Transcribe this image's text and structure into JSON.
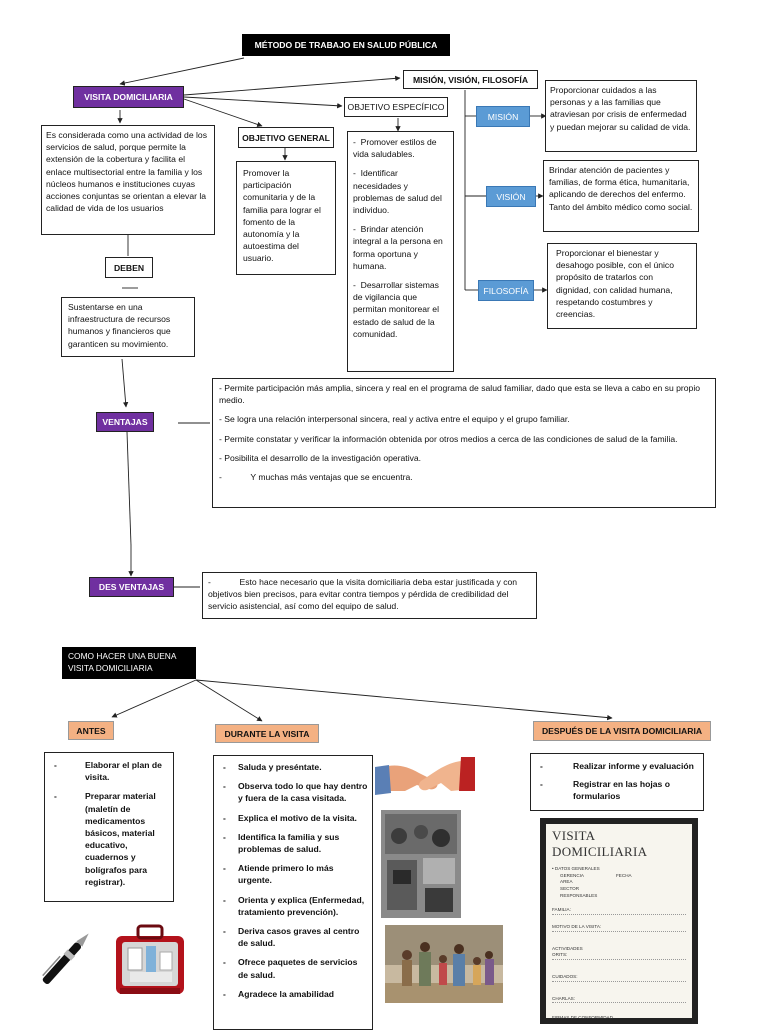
{
  "top": {
    "title": "MÉTODO DE TRABAJO EN SALUD PÚBLICA",
    "visita": "VISITA DOMICILIARIA",
    "definicion": "Es considerada como una actividad de los servicios de salud, porque permite la extensión de la cobertura y facilita el enlace multisectorial entre la familia y los núcleos humanos e instituciones cuyas acciones conjuntas se orientan a elevar la calidad de vida de los usuarios",
    "deben": "DEBEN",
    "deben_text": "Sustentarse en una infraestructura de recursos humanos y financieros que garanticen su movimiento.",
    "mvf": "MISIÓN, VISIÓN, FILOSOFÍA",
    "obj_especifico": "OBJETIVO ESPECÍFICO",
    "obj_general": "OBJETIVO GENERAL",
    "obj_general_text": "Promover la participación comunitaria y de la familia para lograr el fomento de la autonomía y la autoestima del usuario.",
    "obj_especifico_items": [
      "Promover estilos de vida saludables.",
      "Identificar necesidades y problemas de salud del individuo.",
      "Brindar atención integral a la persona en forma oportuna y humana.",
      "Desarrollar sistemas de vigilancia que permitan monitorear el estado de salud de la comunidad."
    ],
    "mision": "MISIÓN",
    "mision_text": "Proporcionar cuidados a las personas y a las familias que atraviesan por crisis de enfermedad y puedan mejorar su calidad de vida.",
    "vision": "VISIÓN",
    "vision_text": "Brindar atención de pacientes y familias, de forma ética, humanitaria, aplicando de derechos del enfermo. Tanto del ámbito médico como social.",
    "filosofia": "FILOSOFÍA",
    "filosofia_text": "Proporcionar el bienestar y desahogo posible, con el único propósito de tratarlos con dignidad, con calidad humana, respetando costumbres y creencias.",
    "ventajas": "VENTAJAS",
    "ventajas_items": [
      "- Permite participación más amplia, sincera y real en el programa de salud familiar, dado que esta se lleva a cabo en su propio medio.",
      "- Se logra una relación interpersonal sincera, real y activa entre el equipo y el grupo familiar.",
      "- Permite constatar y verificar la información obtenida por otros medios a cerca de las condiciones de salud de la familia.",
      "- Posibilita el desarrollo de la investigación operativa.",
      "-            Y muchas más ventajas que se encuentra."
    ],
    "desventajas": "DES VENTAJAS",
    "desventajas_text": "-            Esto hace necesario que la visita domiciliaria deba estar justificada y con objetivos bien precisos, para evitar contra tiempos y pérdida de credibilidad del servicio asistencial, así como del equipo de salud."
  },
  "bottom": {
    "title_line1": "COMO HACER UNA BUENA",
    "title_line2": "VISITA DOMICILIARIA",
    "antes": "ANTES",
    "antes_items": [
      "Elaborar el plan de visita.",
      "Preparar material (maletín de medicamentos básicos, material educativo, cuadernos y bolígrafos para registrar)."
    ],
    "durante": "DURANTE LA VISITA",
    "durante_items": [
      "Saluda y preséntate.",
      "Observa todo lo que hay dentro y fuera de la casa visitada.",
      "Explica el motivo de la visita.",
      "Identifica la familia y sus problemas de salud.",
      "Atiende primero lo más urgente.",
      "Orienta y explica (Enfermedad, tratamiento prevención).",
      "Deriva casos graves al centro de salud.",
      "Ofrece paquetes de servicios de salud.",
      "Agradece la amabilidad"
    ],
    "despues": "DESPUÉS DE LA VISITA DOMICILIARIA",
    "despues_items": [
      "Realizar informe y evaluación",
      "Registrar en las hojas o formularios"
    ],
    "form": {
      "title": "VISITA DOMICILIARIA",
      "lines": [
        "• DATOS GENERALES",
        "GERENCIA",
        "FECHA",
        "AREA",
        "SECTOR",
        "RESPONSABLES",
        "FAMILIA:",
        "MOTIVO DE LA VISITA:",
        "ACTIVIDADES",
        "ORITS:",
        "CUIDADOS:",
        "CHARLAS:",
        "FIRMAS DE CONFORMIDAD"
      ]
    }
  }
}
